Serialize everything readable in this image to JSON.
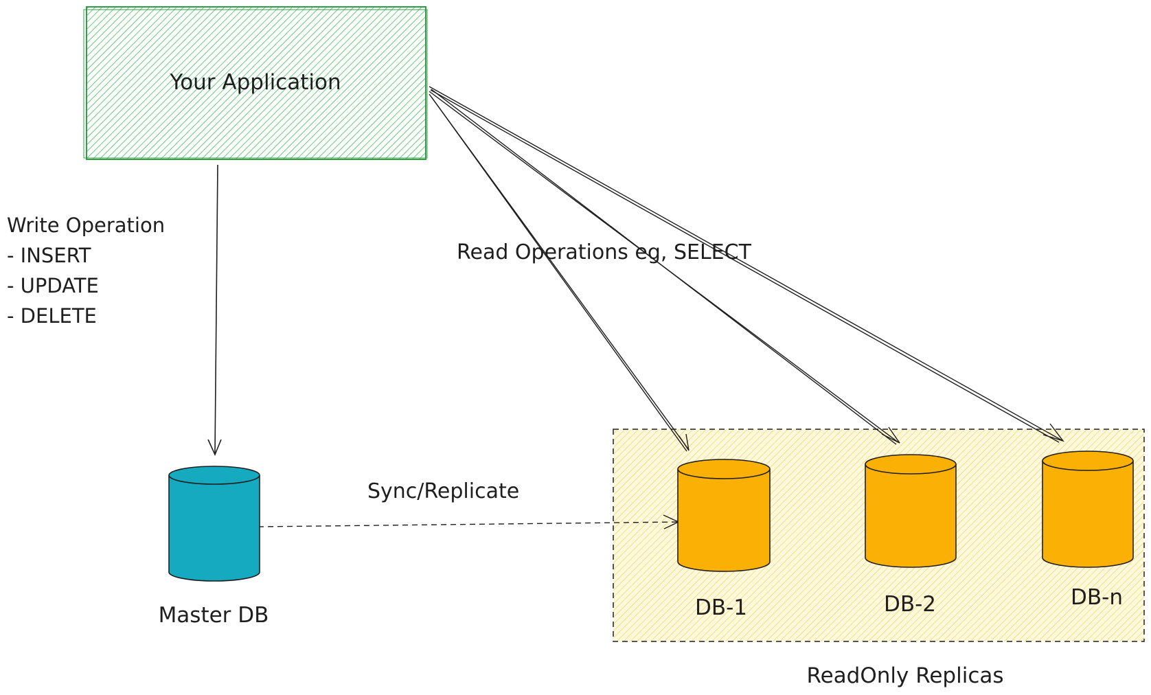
{
  "app_box": {
    "label": "Your Application",
    "fill": "#b2f2bb",
    "stroke": "#2f9e44"
  },
  "write_label": {
    "title": "Write Operation",
    "items": [
      "- INSERT",
      "- UPDATE",
      "- DELETE"
    ]
  },
  "read_label": "Read Operations eg, SELECT",
  "sync_label": "Sync/Replicate",
  "master_db": {
    "label": "Master DB",
    "fill": "#15aabf"
  },
  "replicas": {
    "group_label": "ReadOnly Replicas",
    "group_fill": "#ffec99",
    "db_fill": "#fab005",
    "items": [
      {
        "label": "DB-1"
      },
      {
        "label": "DB-2"
      },
      {
        "label": "DB-n"
      }
    ]
  },
  "colors": {
    "stroke": "#1e1e1e"
  }
}
